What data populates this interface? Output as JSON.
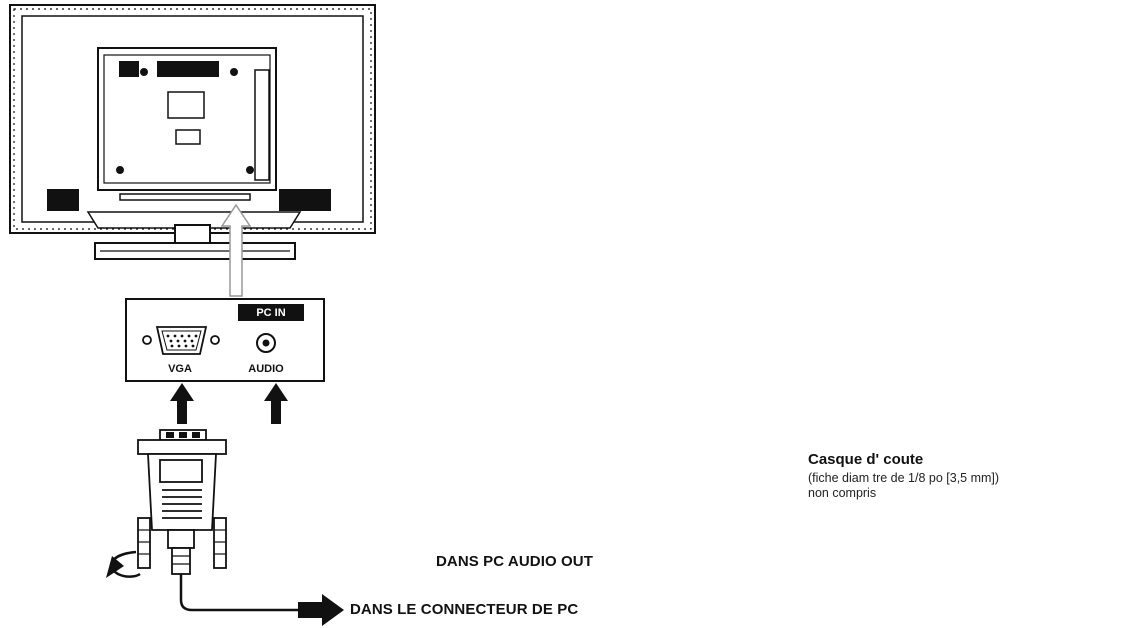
{
  "panel": {
    "badge": "PC IN",
    "vga_label": "VGA",
    "audio_label": "AUDIO"
  },
  "destinations": {
    "audio_out": "DANS PC AUDIO OUT",
    "pc_connector": "DANS LE CONNECTEUR DE PC"
  },
  "headphone_caption": {
    "title": "Casque d' coute",
    "line1": "(fiche diam tre de 1/8 po [3,5 mm])",
    "line2": "non compris"
  },
  "icons": {
    "headphone_symbol": "headphone-icon"
  }
}
